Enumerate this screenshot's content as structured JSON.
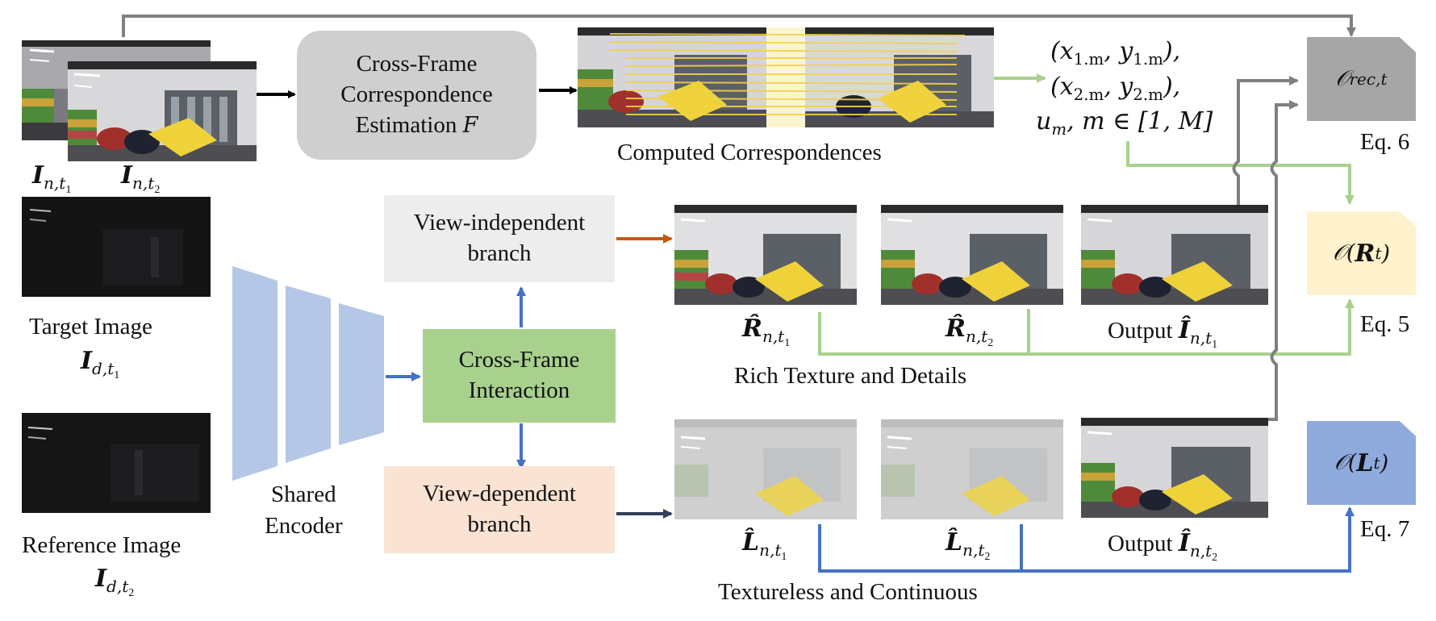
{
  "colors": {
    "green": "#a9d18e",
    "blue": "#4472c4",
    "orange": "#c55a11",
    "navy": "#2f4057",
    "gray": "#808080",
    "corr_box": "#cfcfcf",
    "view_indep": "#ededed",
    "view_dep": "#fae3d2",
    "interaction": "#a9d18e",
    "encoder": "#b4c7e7",
    "o_rec": "#a6a6a6",
    "o_r": "#fff2cc",
    "o_l": "#8faadc",
    "match_line": "#f2d24a"
  },
  "inputs": {
    "frame1_label": "I",
    "frame1_sub": "n,t",
    "frame1_subsub": "1",
    "frame2_label": "I",
    "frame2_sub": "n,t",
    "frame2_subsub": "2",
    "target_title": "Target Image",
    "target_math": "I",
    "target_sub": "d,t",
    "target_subsub": "1",
    "reference_title": "Reference Image",
    "reference_math": "I",
    "reference_sub": "d,t",
    "reference_subsub": "2"
  },
  "blocks": {
    "correspondence_line1": "Cross-Frame",
    "correspondence_line2": "Correspondence",
    "correspondence_line3": "Estimation",
    "correspondence_var": "F",
    "computed_label": "Computed Correspondences",
    "coords_line1": "(x",
    "coords_line2": "(x",
    "coords_line3": "u",
    "view_indep_line1": "View-independent",
    "view_indep_line2": "branch",
    "view_dep_line1": "View-dependent",
    "view_dep_line2": "branch",
    "interaction_line1": "Cross-Frame",
    "interaction_line2": "Interaction",
    "encoder_line1": "Shared",
    "encoder_line2": "Encoder"
  },
  "outputs": {
    "r1_label": "R",
    "r1_sub": "n,t",
    "r1_subsub": "1",
    "r2_label": "R",
    "r2_sub": "n,t",
    "r2_subsub": "2",
    "output1_text": "Output",
    "output1_math": "I",
    "output1_sub": "n,t",
    "output1_subsub": "1",
    "rich_label": "Rich Texture and Details",
    "l1_label": "L",
    "l1_sub": "n,t",
    "l1_subsub": "1",
    "l2_label": "L",
    "l2_sub": "n,t",
    "l2_subsub": "2",
    "output2_text": "Output",
    "output2_math": "I",
    "output2_sub": "n,t",
    "output2_subsub": "2",
    "textureless_label": "Textureless and Continuous"
  },
  "objectives": {
    "o_rec_sub": "rec,t",
    "o_r_var": "R",
    "o_r_sub": "t",
    "o_l_var": "L",
    "o_l_sub": "t",
    "eq6": "Eq. 6",
    "eq5": "Eq. 5",
    "eq7": "Eq. 7"
  }
}
